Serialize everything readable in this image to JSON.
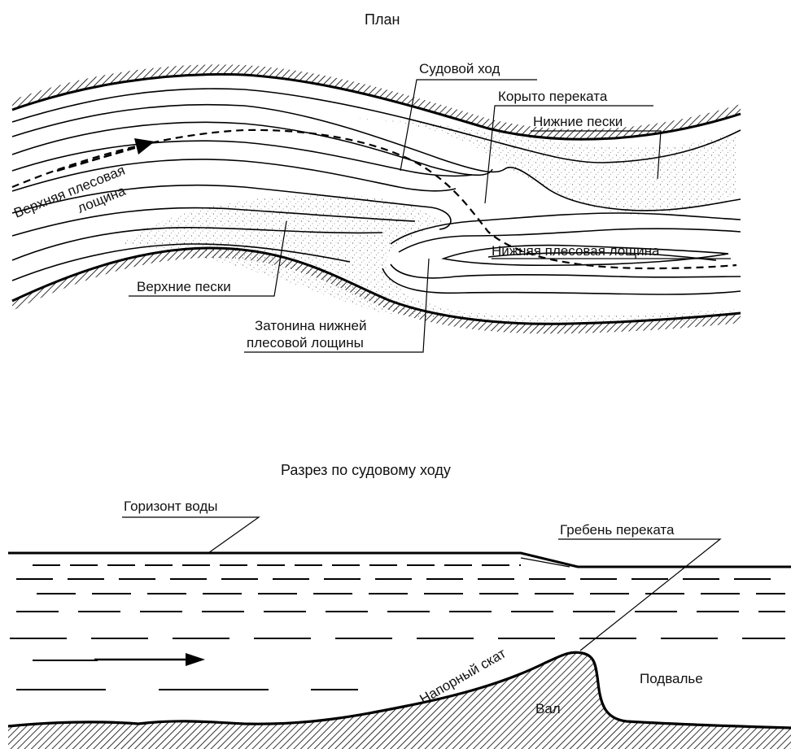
{
  "plan": {
    "title": "План",
    "labels": {
      "sudovoy_hod": "Судовой ход",
      "koryto_pereката": "Корыто переката",
      "nizhnie_peski": "Нижние пески",
      "verhnyaya_lines": [
        "Верхняя плесовая",
        "лощина"
      ],
      "verhnie_peski": "Верхние пески",
      "nizhnyaya_loshchina": "Нижняя плесовая лощина",
      "zatonina_lines": [
        "Затонина нижней",
        "плесовой лощины"
      ]
    }
  },
  "section": {
    "title": "Разрез по судовому ходу",
    "labels": {
      "gorizont_vody": "Горизонт воды",
      "greben_pereката": "Гребень переката",
      "naporny_skat": "Напорный скат",
      "podvalye": "Подвалье",
      "val": "Вал"
    }
  }
}
